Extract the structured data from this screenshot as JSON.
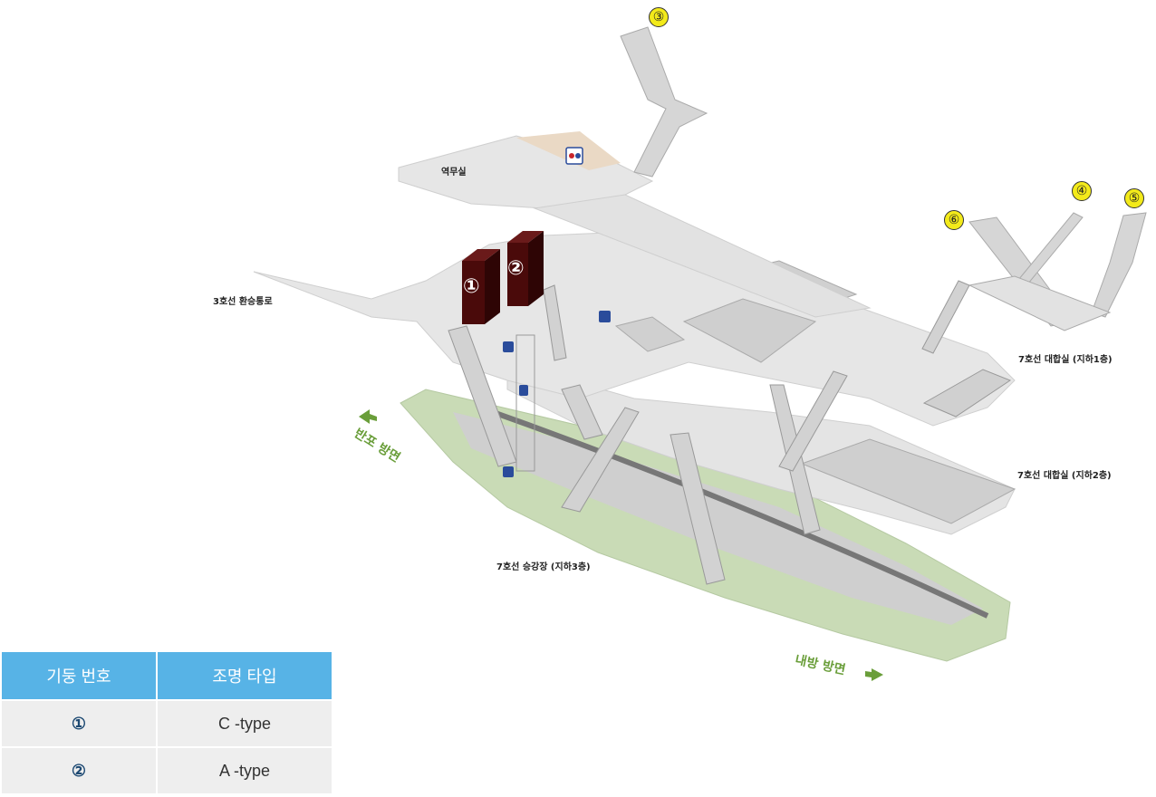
{
  "labels": {
    "station_office": "역무실",
    "line3_transfer": "3호선 환승통로",
    "concourse_b1": "7호선 대합실 (지하1층)",
    "concourse_b2": "7호선 대합실 (지하2층)",
    "platform_b3": "7호선 승강장 (지하3층)"
  },
  "directions": {
    "left": "반포 방면",
    "right": "내방 방면"
  },
  "exits": [
    "③",
    "④",
    "⑤",
    "⑥"
  ],
  "pillars": [
    "①",
    "②"
  ],
  "legend": {
    "headers": [
      "기둥 번호",
      "조명 타입"
    ],
    "rows": [
      {
        "pillar": "①",
        "type": "C -type"
      },
      {
        "pillar": "②",
        "type": "A -type"
      }
    ]
  },
  "colors": {
    "pillar": "#4a0a0a",
    "platform_green": "#c9dbb6",
    "floor_gray": "#e0e0e0",
    "legend_header": "#57b3e6",
    "exit_badge": "#f3ea1a",
    "direction_green": "#6a9e3a"
  },
  "icons": [
    "restroom-icon",
    "elevator-icon",
    "arrow-left-icon",
    "arrow-right-icon"
  ]
}
